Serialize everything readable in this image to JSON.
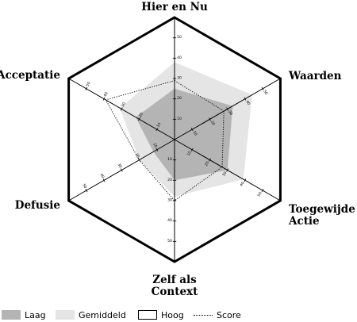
{
  "chart_data": {
    "type": "radar",
    "axes": [
      "Hier en Nu",
      "Waarden",
      "Toegewijde Actie",
      "Zelf als Context",
      "Defusie",
      "Acceptatie"
    ],
    "axis_label_lines": [
      [
        "Hier en Nu"
      ],
      [
        "Waarden"
      ],
      [
        "Toegewijde",
        "Actie"
      ],
      [
        "Zelf als",
        "Context"
      ],
      [
        "Defusie"
      ],
      [
        "Acceptatie"
      ]
    ],
    "rmax": 60,
    "ticks": [
      10,
      20,
      30,
      40,
      50
    ],
    "series": [
      {
        "name": "Laag",
        "values": [
          25,
          33,
          30,
          20,
          12,
          22
        ],
        "color": "#b4b4b4",
        "style": "fill"
      },
      {
        "name": "Gemiddeld",
        "values": [
          38,
          44,
          39,
          28,
          20,
          31
        ],
        "color": "#e5e5e5",
        "style": "fill"
      },
      {
        "name": "Hoog",
        "values": [
          60,
          60,
          60,
          60,
          60,
          60
        ],
        "color": "#000000",
        "style": "outline"
      },
      {
        "name": "Score",
        "values": [
          29,
          28,
          27,
          30,
          20,
          39
        ],
        "color": "#000000",
        "style": "dotted"
      }
    ]
  },
  "legend": [
    {
      "label": "Laag",
      "swatch": "laag"
    },
    {
      "label": "Gemiddeld",
      "swatch": "gemiddeld"
    },
    {
      "label": "Hoog",
      "swatch": "hoog"
    },
    {
      "label": "Score",
      "swatch": "score"
    }
  ],
  "colors": {
    "laag": "#b4b4b4",
    "gemiddeld": "#e5e5e5",
    "outline": "#000000"
  }
}
